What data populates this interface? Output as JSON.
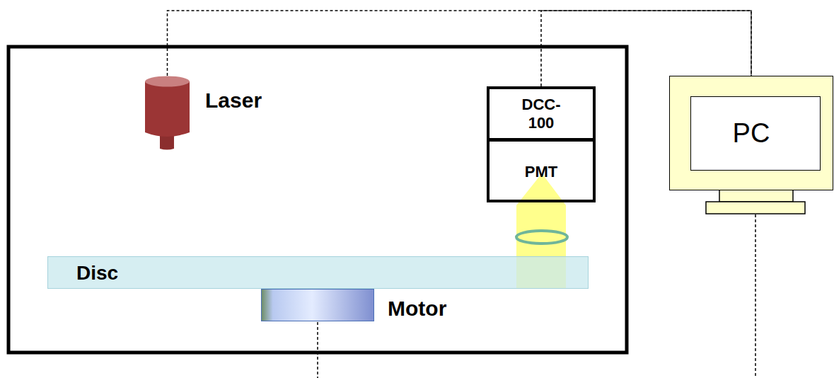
{
  "diagram": {
    "nodes": [
      {
        "text": [
          "Laser"
        ]
      },
      {
        "text": [
          "DCC- 100"
        ]
      },
      {
        "text": [
          "PMT"
        ]
      },
      {
        "text": [
          "PC"
        ]
      },
      {
        "text": [
          "Disc"
        ]
      },
      {
        "text": [
          "Motor"
        ]
      }
    ],
    "edges": [
      {
        "from": 0,
        "to": 3,
        "arrow": "none"
      },
      {
        "from": 1,
        "to": 3,
        "arrow": "none"
      }
    ]
  }
}
